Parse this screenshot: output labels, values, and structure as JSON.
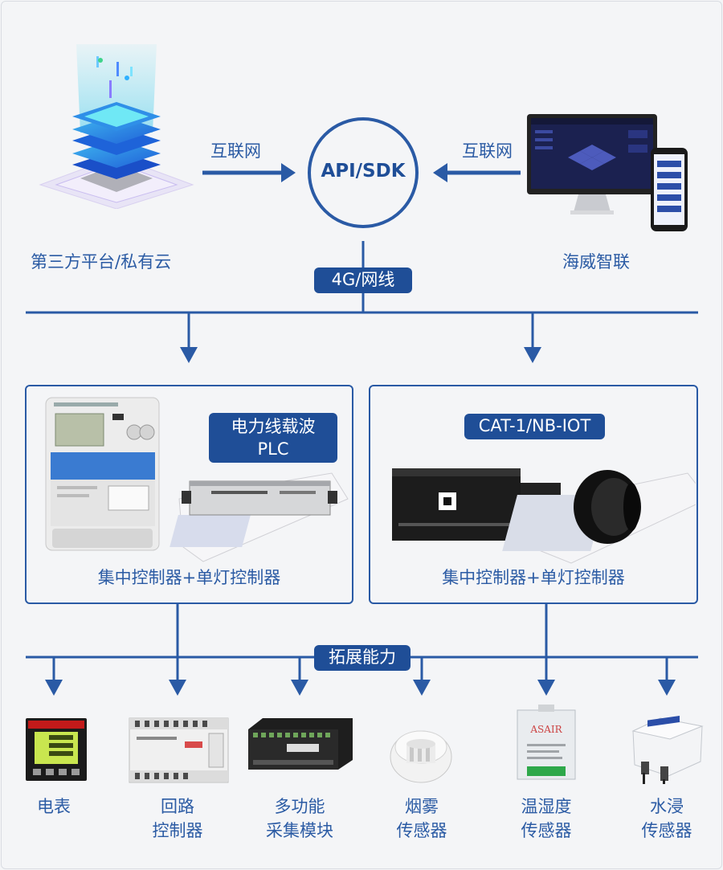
{
  "top": {
    "left_node_label": "第三方平台/私有云",
    "right_node_label": "海威智联",
    "left_link_label": "互联网",
    "right_link_label": "互联网",
    "center_label": "API/SDK",
    "trunk_label": "4G/网线"
  },
  "middle": {
    "left_box": {
      "tag": "电力线载波\nPLC",
      "tag_line1": "电力线载波",
      "tag_line2": "PLC",
      "caption": "集中控制器+单灯控制器"
    },
    "right_box": {
      "tag": "CAT-1/NB-IOT",
      "caption": "集中控制器+单灯控制器"
    }
  },
  "bottom": {
    "bus_label": "拓展能力",
    "devices": [
      {
        "line1": "电表",
        "line2": ""
      },
      {
        "line1": "回路",
        "line2": "控制器"
      },
      {
        "line1": "多功能",
        "line2": "采集模块"
      },
      {
        "line1": "烟雾",
        "line2": "传感器"
      },
      {
        "line1": "温湿度",
        "line2": "传感器"
      },
      {
        "line1": "水浸",
        "line2": "传感器"
      }
    ],
    "asair_logo": "ASAIR"
  },
  "colors": {
    "primary": "#2b5ba4",
    "dark": "#1f4e97",
    "background": "#f4f5f7"
  }
}
